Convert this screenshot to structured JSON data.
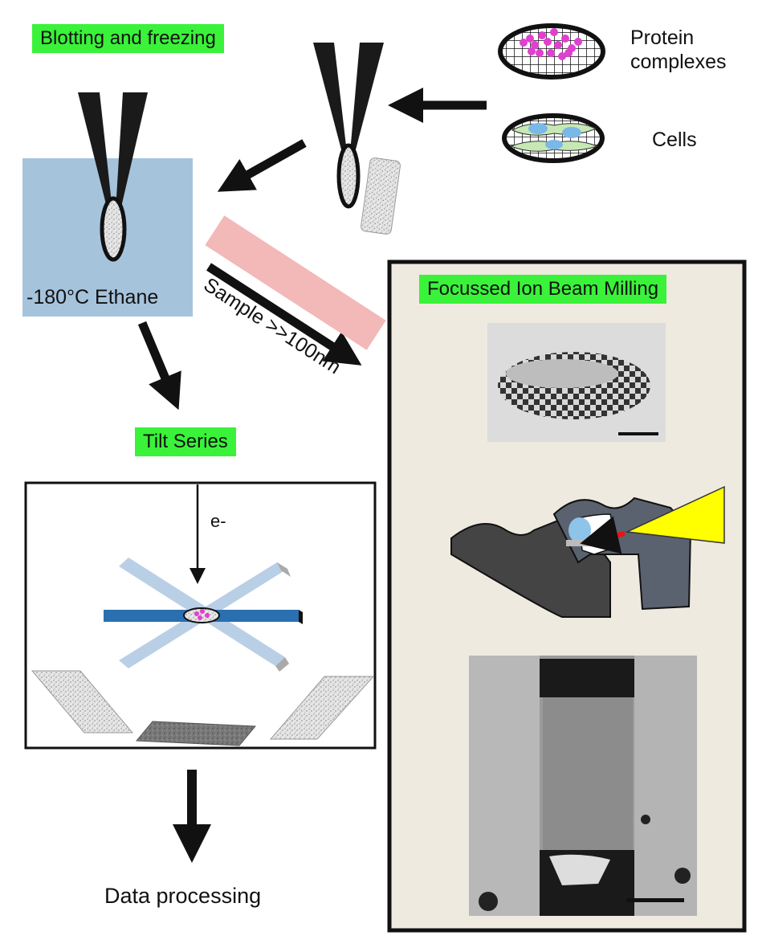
{
  "labels": {
    "blotting": "Blotting and freezing",
    "protein": "Protein complexes",
    "protein_l1": "Protein",
    "protein_l2": "complexes",
    "cells": "Cells",
    "ethane": "-180°C Ethane",
    "sample": "Sample >>100nm",
    "fib": "Focussed Ion Beam Milling",
    "tilt": "Tilt Series",
    "electron": "e-",
    "data_processing": "Data processing"
  },
  "colors": {
    "label_green": "#3af23a",
    "ethane_blue": "#a6c3dc",
    "sample_pink": "#f3b8b8",
    "fib_bg": "#eeeae0",
    "protein_magenta": "#e040d0",
    "beam_yellow": "#ffff00",
    "arrow_red": "#ee1111"
  }
}
